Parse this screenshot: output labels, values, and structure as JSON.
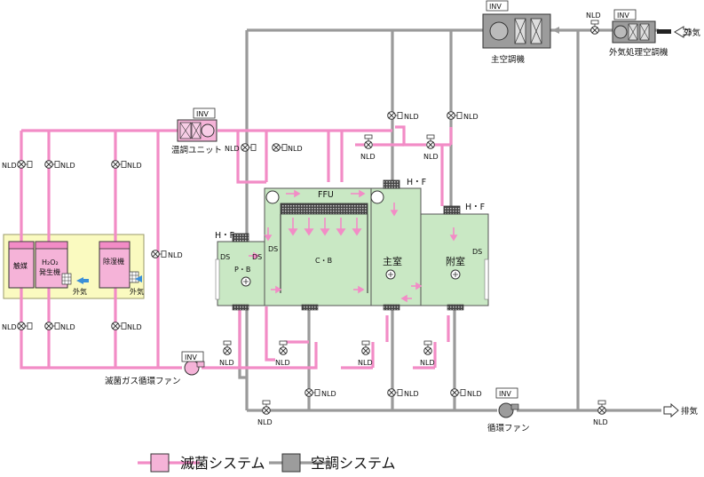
{
  "labels": {
    "main_ahu": "主空調機",
    "oa_ahu": "外気処理空調機",
    "outside_air": "外気",
    "exhaust": "排気",
    "temp_unit": "温調ユニット",
    "circ_fan": "循環ファン",
    "ster_fan": "滅菌ガス循環ファン",
    "inv": "INV",
    "nld": "NLD",
    "hf": "H・F",
    "ffu": "FFU",
    "ds": "DS",
    "pb": "P・B",
    "cb": "C・B",
    "main_room": "主室",
    "ante_room": "附室",
    "catalyst": "触媒",
    "h2o2_line1": "H₂O₂",
    "h2o2_line2": "発生機",
    "dehum": "除湿機",
    "oa_small": "外気"
  },
  "legend": {
    "pink": "滅菌システム",
    "gray": "空調システム"
  },
  "colors": {
    "pink_line": "#f28cc6",
    "pink_fill": "#f5b3d8",
    "gray_line": "#9a9a9a",
    "gray_fill": "#9c9c9c",
    "room_fill": "#c9e8c4",
    "unit_area": "#fafac0",
    "arrow_blue": "#3a8fd8"
  }
}
